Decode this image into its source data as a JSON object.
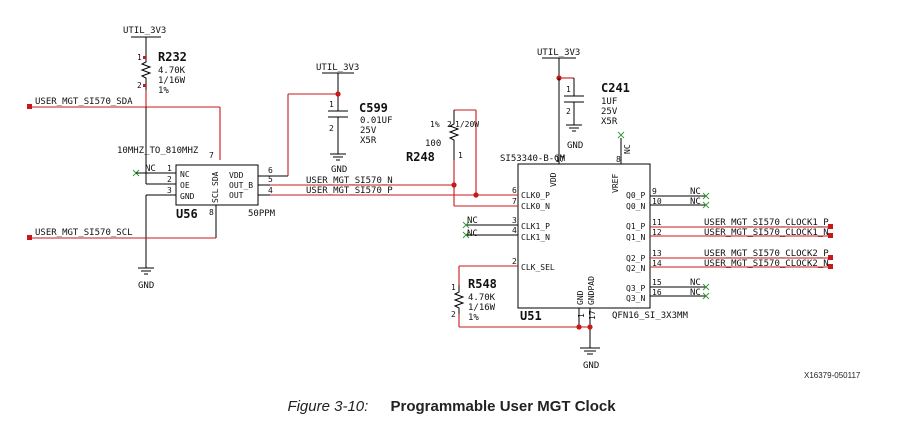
{
  "caption": {
    "number": "Figure 3-10:",
    "title": "Programmable User MGT Clock"
  },
  "doc_id": "X16379-050117",
  "power": {
    "label": "UTIL_3V3"
  },
  "ground": {
    "label": "GND"
  },
  "nc": {
    "label": "NC"
  },
  "nets": {
    "sda": "USER_MGT_SI570_SDA",
    "scl": "USER_MGT_SI570_SCL",
    "outn": "USER_MGT_SI570_N",
    "outp": "USER_MGT_SI570_P",
    "clk1p": "USER_MGT_SI570_CLOCK1_P",
    "clk1n": "USER_MGT_SI570_CLOCK1_N",
    "clk2p": "USER_MGT_SI570_CLOCK2_P",
    "clk2n": "USER_MGT_SI570_CLOCK2_N"
  },
  "r232": {
    "ref": "R232",
    "value": "4.70K",
    "power": "1/16W",
    "tol": "1%"
  },
  "r248": {
    "ref": "R248",
    "value": "100",
    "power": "1/20W",
    "tol": "1%"
  },
  "r548": {
    "ref": "R548",
    "value": "4.70K",
    "power": "1/16W",
    "tol": "1%"
  },
  "c599": {
    "ref": "C599",
    "value": "0.01UF",
    "voltage": "25V",
    "dielectric": "X5R"
  },
  "c241": {
    "ref": "C241",
    "value": "1UF",
    "voltage": "25V",
    "dielectric": "X5R"
  },
  "u56": {
    "ref": "U56",
    "freq": "10MHZ_TO_810MHZ",
    "stability": "50PPM",
    "pins": {
      "nc": "NC",
      "oe": "OE",
      "gnd": "GND",
      "vdd": "VDD",
      "outb": "OUT_B",
      "out": "OUT",
      "scl": "SCL",
      "sda": "SDA"
    }
  },
  "u51": {
    "ref": "U51",
    "part": "SI53340-B-GM",
    "package": "QFN16_SI_3X3MM",
    "pins": {
      "vdd": "VDD",
      "vref": "VREF",
      "clk0p": "CLK0_P",
      "clk0n": "CLK0_N",
      "clk1p": "CLK1_P",
      "clk1n": "CLK1_N",
      "clksel": "CLK_SEL",
      "gnd": "GND",
      "gndpad": "GNDPAD",
      "q0p": "Q0_P",
      "q0n": "Q0_N",
      "q1p": "Q1_P",
      "q1n": "Q1_N",
      "q2p": "Q2_P",
      "q2n": "Q2_N",
      "q3p": "Q3_P",
      "q3n": "Q3_N"
    }
  },
  "pin_numbers": {
    "p1": "1",
    "p2": "2",
    "p3": "3",
    "p4": "4",
    "p5": "5",
    "p6": "6",
    "p7": "7",
    "p8": "8",
    "p9": "9",
    "p10": "10",
    "p11": "11",
    "p12": "12",
    "p13": "13",
    "p14": "14",
    "p15": "15",
    "p16": "16",
    "p17": "17"
  }
}
